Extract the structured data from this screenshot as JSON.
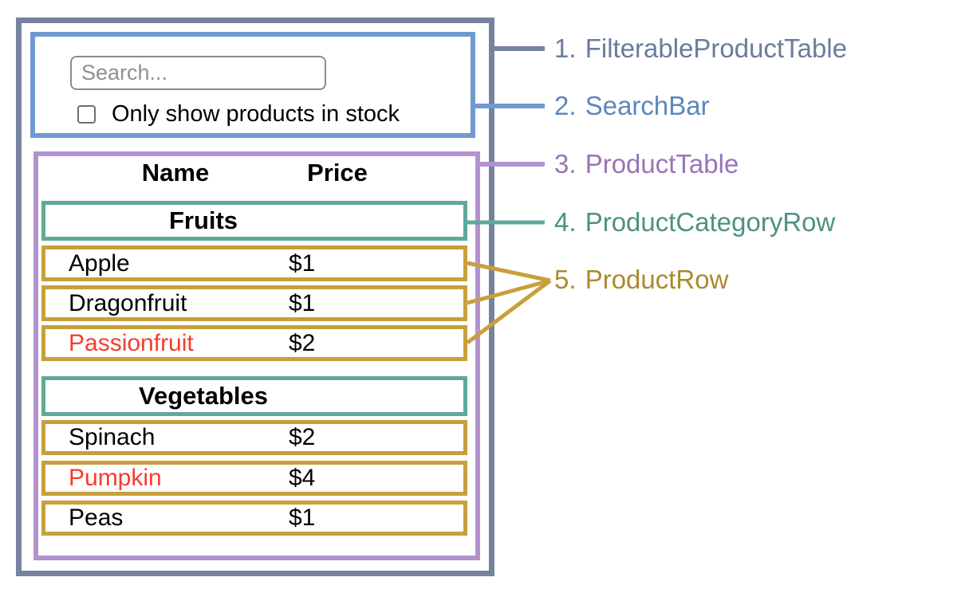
{
  "component_labels": [
    {
      "num": "1.",
      "name": "FilterableProductTable",
      "color": "#6b7b9c"
    },
    {
      "num": "2.",
      "name": "SearchBar",
      "color": "#5c87be"
    },
    {
      "num": "3.",
      "name": "ProductTable",
      "color": "#9a73b7"
    },
    {
      "num": "4.",
      "name": "ProductCategoryRow",
      "color": "#4d9184"
    },
    {
      "num": "5.",
      "name": "ProductRow",
      "color": "#ab8a2c"
    }
  ],
  "search_bar": {
    "placeholder": "Search...",
    "checkbox_label": "Only show products in stock",
    "checkbox_checked": false
  },
  "product_table": {
    "headers": {
      "name": "Name",
      "price": "Price"
    },
    "sections": [
      {
        "category": "Fruits",
        "rows": [
          {
            "name": "Apple",
            "price": "$1"
          },
          {
            "name": "Dragonfruit",
            "price": "$1"
          },
          {
            "name": "Passionfruit",
            "price": "$2",
            "name_color": "#f63c2e"
          }
        ]
      },
      {
        "category": "Vegetables",
        "rows": [
          {
            "name": "Spinach",
            "price": "$2"
          },
          {
            "name": "Pumpkin",
            "price": "$4",
            "name_color": "#f63c2e"
          },
          {
            "name": "Peas",
            "price": "$1"
          }
        ]
      }
    ]
  },
  "colors": {
    "filterable_product_table": "#76829e",
    "search_bar": "#6f9ad1",
    "product_table": "#b292cf",
    "product_category_row": "#60a89a",
    "product_row": "#c7a03c",
    "out_of_stock_text": "#f63c2e"
  }
}
